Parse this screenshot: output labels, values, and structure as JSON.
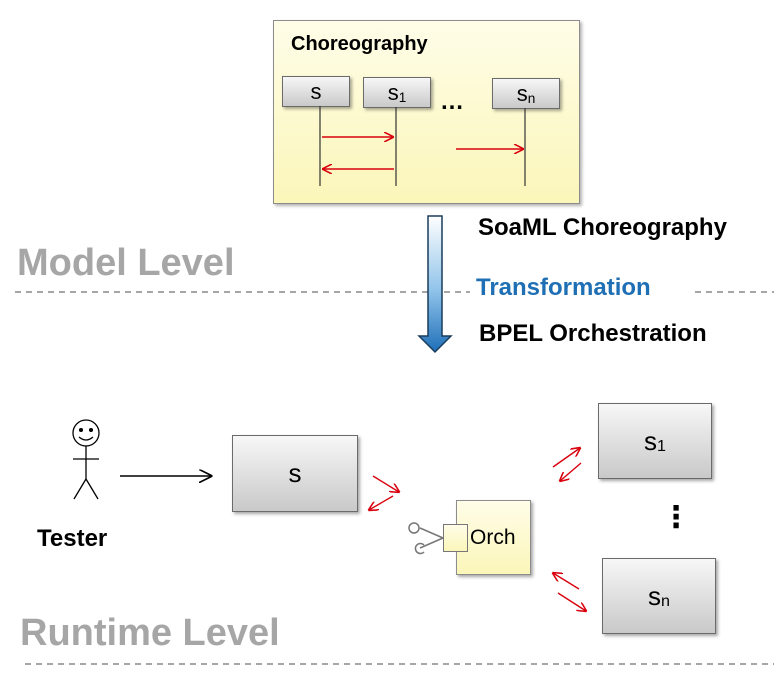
{
  "choreography": {
    "title": "Choreography",
    "participants": [
      {
        "base": "s",
        "sub": ""
      },
      {
        "base": "s",
        "sub": "1"
      },
      {
        "base": "s",
        "sub": "n"
      }
    ],
    "ellipsis": "…"
  },
  "transformation": {
    "source": "SoaML Choreography",
    "label": "Transformation",
    "target": "BPEL Orchestration",
    "label_color": "#1f6fb5"
  },
  "levels": {
    "model": "Model Level",
    "runtime": "Runtime Level"
  },
  "runtime": {
    "tester": "Tester",
    "service_s": "s",
    "orch": "Orch",
    "service_1": {
      "base": "s",
      "sub": "1"
    },
    "service_n": {
      "base": "s",
      "sub": "n"
    },
    "vertical_ellipsis": "⋮"
  },
  "colors": {
    "message_arrow": "#d9000d",
    "level_text": "#a6a6a6"
  }
}
